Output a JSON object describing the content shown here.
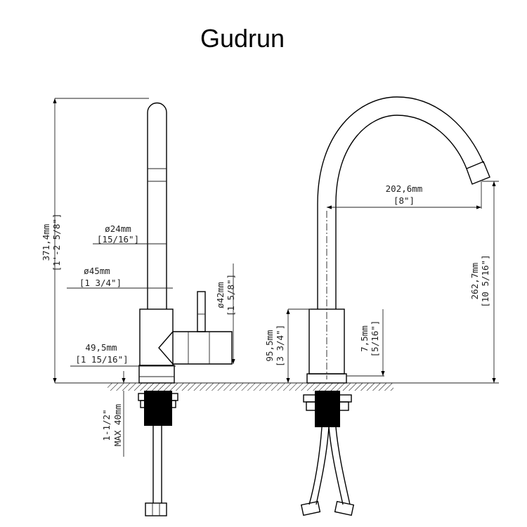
{
  "title": "Gudrun",
  "side_view": {
    "height_total": {
      "mm": "371,4mm",
      "inch": "[1'-2 5/8\"]"
    },
    "spout_diameter": {
      "mm": "ø24mm",
      "inch": "[15/16\"]"
    },
    "body_diameter": {
      "mm": "ø45mm",
      "inch": "[1 3/4\"]"
    },
    "handle_diameter": {
      "mm": "ø42mm",
      "inch": "[1 5/8\"]"
    },
    "base_diameter": {
      "mm": "49,5mm",
      "inch": "[1 15/16\"]"
    },
    "deck_thickness": {
      "inch": "1-1/2\"",
      "mm": "MAX 40mm"
    }
  },
  "front_view": {
    "reach": {
      "mm": "202,6mm",
      "inch": "[8\"]"
    },
    "spout_height": {
      "mm": "262,7mm",
      "inch": "[10 5/16\"]"
    },
    "body_height": {
      "mm": "95,5mm",
      "inch": "[3 3/4\"]"
    },
    "base_height": {
      "mm": "7,5mm",
      "inch": "[5/16\"]"
    }
  }
}
